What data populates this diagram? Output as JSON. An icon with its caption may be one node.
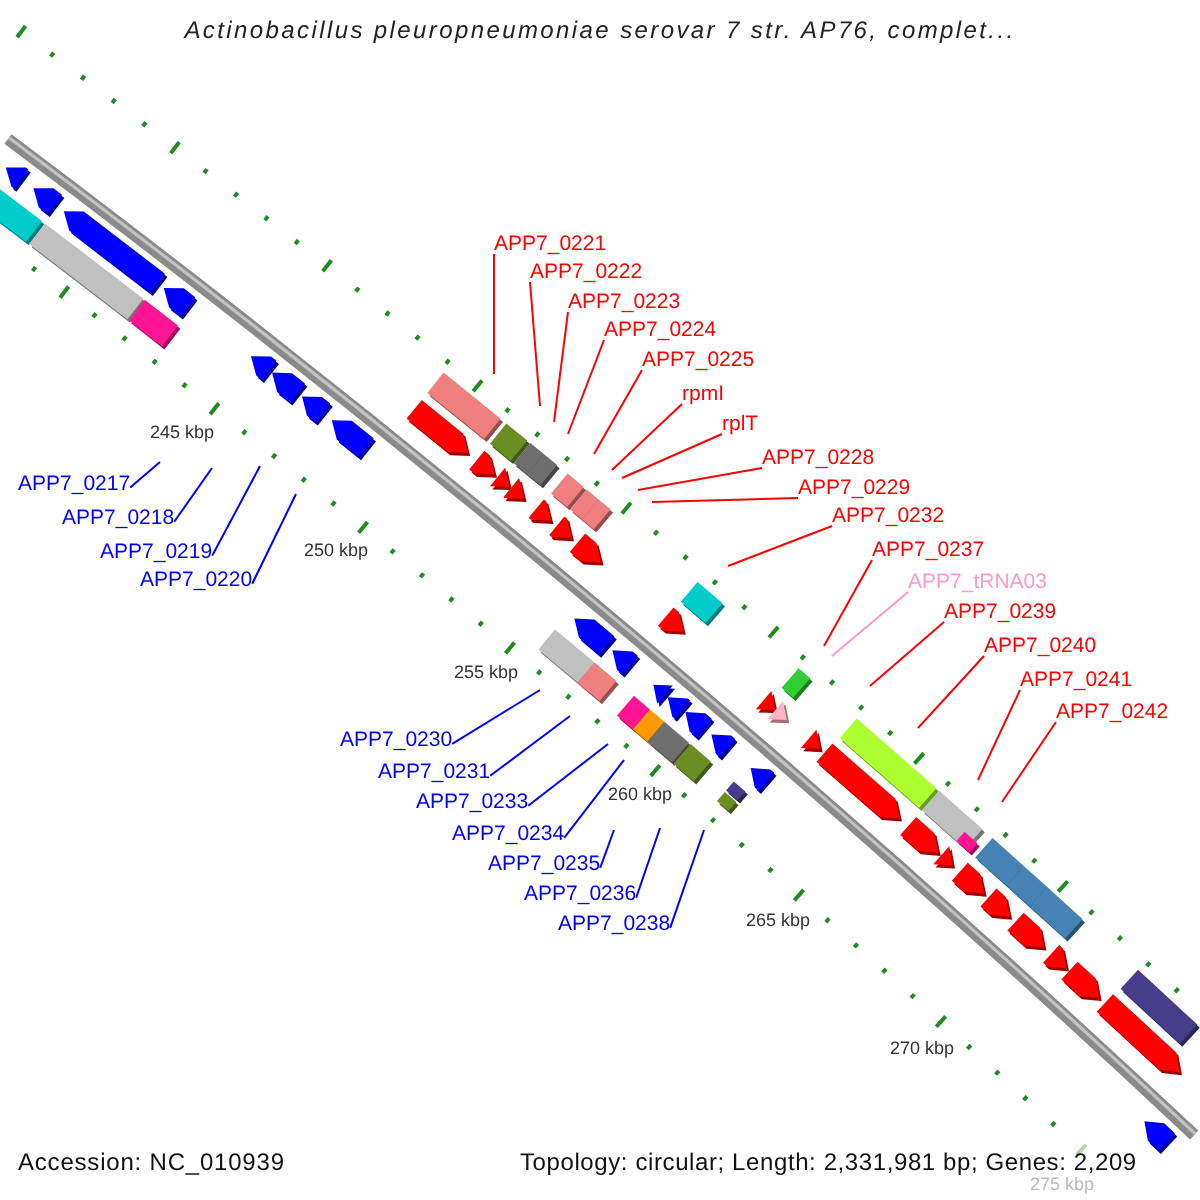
{
  "diagram": {
    "title": "Actinobacillus pleuropneumoniae serovar 7 str. AP76, complet...",
    "nodes": [
      {
        "text": [
          "APP7_0217"
        ]
      },
      {
        "text": [
          "APP7_0218"
        ]
      },
      {
        "text": [
          "APP7_0219"
        ]
      },
      {
        "text": [
          "APP7_0220"
        ]
      },
      {
        "text": [
          "APP7_0221"
        ]
      },
      {
        "text": [
          "APP7_0222"
        ]
      },
      {
        "text": [
          "APP7_0223"
        ]
      },
      {
        "text": [
          "APP7_0224"
        ]
      },
      {
        "text": [
          "APP7_0225"
        ]
      },
      {
        "text": [
          "rpmI"
        ]
      },
      {
        "text": [
          "rplT"
        ]
      },
      {
        "text": [
          "APP7_0228"
        ]
      },
      {
        "text": [
          "APP7_0229"
        ]
      },
      {
        "text": [
          "APP7_0230"
        ]
      },
      {
        "text": [
          "APP7_0231"
        ]
      },
      {
        "text": [
          "APP7_0232"
        ]
      },
      {
        "text": [
          "APP7_0233"
        ]
      },
      {
        "text": [
          "APP7_0234"
        ]
      },
      {
        "text": [
          "APP7_0235"
        ]
      },
      {
        "text": [
          "APP7_0236"
        ]
      },
      {
        "text": [
          "APP7_0237"
        ]
      },
      {
        "text": [
          "APP7_0238"
        ]
      },
      {
        "text": [
          "APP7_tRNA03"
        ]
      },
      {
        "text": [
          "APP7_0239"
        ]
      },
      {
        "text": [
          "APP7_0240"
        ]
      },
      {
        "text": [
          "APP7_0241"
        ]
      },
      {
        "text": [
          "APP7_0242"
        ]
      }
    ],
    "edges": [
      {
        "from": 0,
        "to": null,
        "arrow": "none",
        "color": "#0000ff"
      },
      {
        "from": 1,
        "to": null,
        "arrow": "none",
        "color": "#0000ff"
      },
      {
        "from": 2,
        "to": null,
        "arrow": "none",
        "color": "#0000ff"
      },
      {
        "from": 3,
        "to": null,
        "arrow": "none",
        "color": "#0000ff"
      },
      {
        "from": 4,
        "to": null,
        "arrow": "none"
      },
      {
        "from": 5,
        "to": null,
        "arrow": "none"
      },
      {
        "from": 6,
        "to": null,
        "arrow": "none"
      },
      {
        "from": 7,
        "to": null,
        "arrow": "none"
      },
      {
        "from": 8,
        "to": null,
        "arrow": "none"
      },
      {
        "from": 9,
        "to": null,
        "arrow": "none"
      },
      {
        "from": 10,
        "to": null,
        "arrow": "none"
      },
      {
        "from": 11,
        "to": null,
        "arrow": "none"
      },
      {
        "from": 12,
        "to": null,
        "arrow": "none"
      },
      {
        "from": 13,
        "to": null,
        "arrow": "none",
        "color": "#0000ff"
      },
      {
        "from": 14,
        "to": null,
        "arrow": "none",
        "color": "#0000ff"
      },
      {
        "from": 15,
        "to": null,
        "arrow": "none"
      },
      {
        "from": 16,
        "to": null,
        "arrow": "none",
        "color": "#0000ff"
      },
      {
        "from": 17,
        "to": null,
        "arrow": "none",
        "color": "#0000ff"
      },
      {
        "from": 18,
        "to": null,
        "arrow": "none",
        "color": "#0000ff"
      },
      {
        "from": 19,
        "to": null,
        "arrow": "none",
        "color": "#0000ff"
      },
      {
        "from": 20,
        "to": null,
        "arrow": "none"
      },
      {
        "from": 21,
        "to": null,
        "arrow": "none",
        "color": "#0000ff"
      },
      {
        "from": 22,
        "to": null,
        "arrow": "none",
        "color": "#ff99cc"
      },
      {
        "from": 23,
        "to": null,
        "arrow": "none"
      },
      {
        "from": 24,
        "to": null,
        "arrow": "none"
      },
      {
        "from": 25,
        "to": null,
        "arrow": "none"
      },
      {
        "from": 26,
        "to": null,
        "arrow": "none"
      }
    ],
    "labels": [
      "245 kbp",
      "250 kbp",
      "255 kbp",
      "260 kbp",
      "265 kbp",
      "270 kbp",
      "275 kbp",
      "Accession: NC_010939",
      "Topology: circular; Length: 2,331,981 bp; Genes: 2,209"
    ]
  }
}
